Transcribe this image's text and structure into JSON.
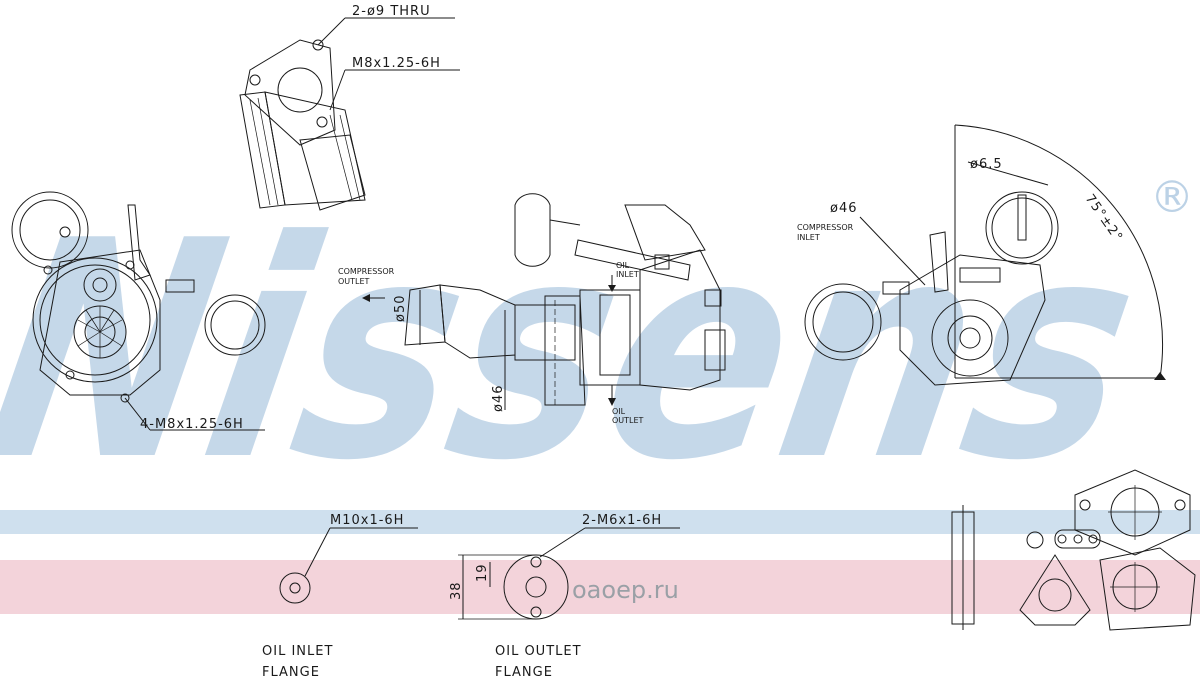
{
  "watermark": {
    "brand": "Nissens",
    "registered": "®",
    "site": "oaoep.ru",
    "colors": {
      "brand_blue": "#bcd2e6",
      "band_blue": "#cfe0ee",
      "band_pink": "#f3d3da",
      "site_gray": "#9aa0a6"
    }
  },
  "labels": {
    "two_hole": "2-ø9 THRU",
    "m8_top": "M8x1.25-6H",
    "four_m8": "4-M8x1.25-6H",
    "compressor_outlet_1": "COMPRESSOR",
    "compressor_outlet_2": "OUTLET",
    "dia50": "ø50",
    "dia46_left": "ø46",
    "oil_inlet_1": "OIL",
    "oil_inlet_2": "INLET",
    "oil_outlet_1": "OIL",
    "oil_outlet_2": "OUTLET",
    "dia65": "ø6.5",
    "dia46_right": "ø46",
    "compressor_inlet_1": "COMPRESSOR",
    "compressor_inlet_2": "INLET",
    "angle": "75°±2°",
    "m10": "M10x1-6H",
    "m6": "2-M6x1-6H",
    "dim38": "38",
    "dim19": "19",
    "oil_inlet_flange_1": "OIL INLET",
    "oil_inlet_flange_2": "FLANGE",
    "oil_outlet_flange_1": "OIL OUTLET",
    "oil_outlet_flange_2": "FLANGE"
  }
}
